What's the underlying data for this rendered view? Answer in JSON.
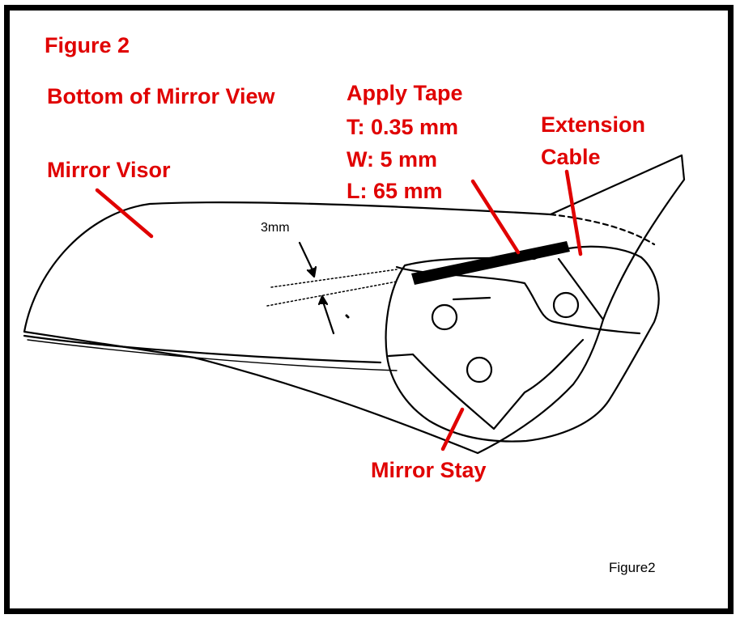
{
  "title": "Figure 2",
  "subtitle": "Bottom of Mirror View",
  "labels": {
    "mirror_visor": "Mirror Visor",
    "apply_tape": [
      "Apply Tape",
      "T: 0.35 mm",
      "W: 5 mm",
      "L: 65 mm"
    ],
    "extension_cable": [
      "Extension",
      "Cable"
    ],
    "mirror_stay": "Mirror Stay",
    "gap_dimension": "3mm"
  },
  "caption": "Figure2",
  "colors": {
    "annotation": "#e00000",
    "line": "#000000",
    "frame": "#000000"
  }
}
